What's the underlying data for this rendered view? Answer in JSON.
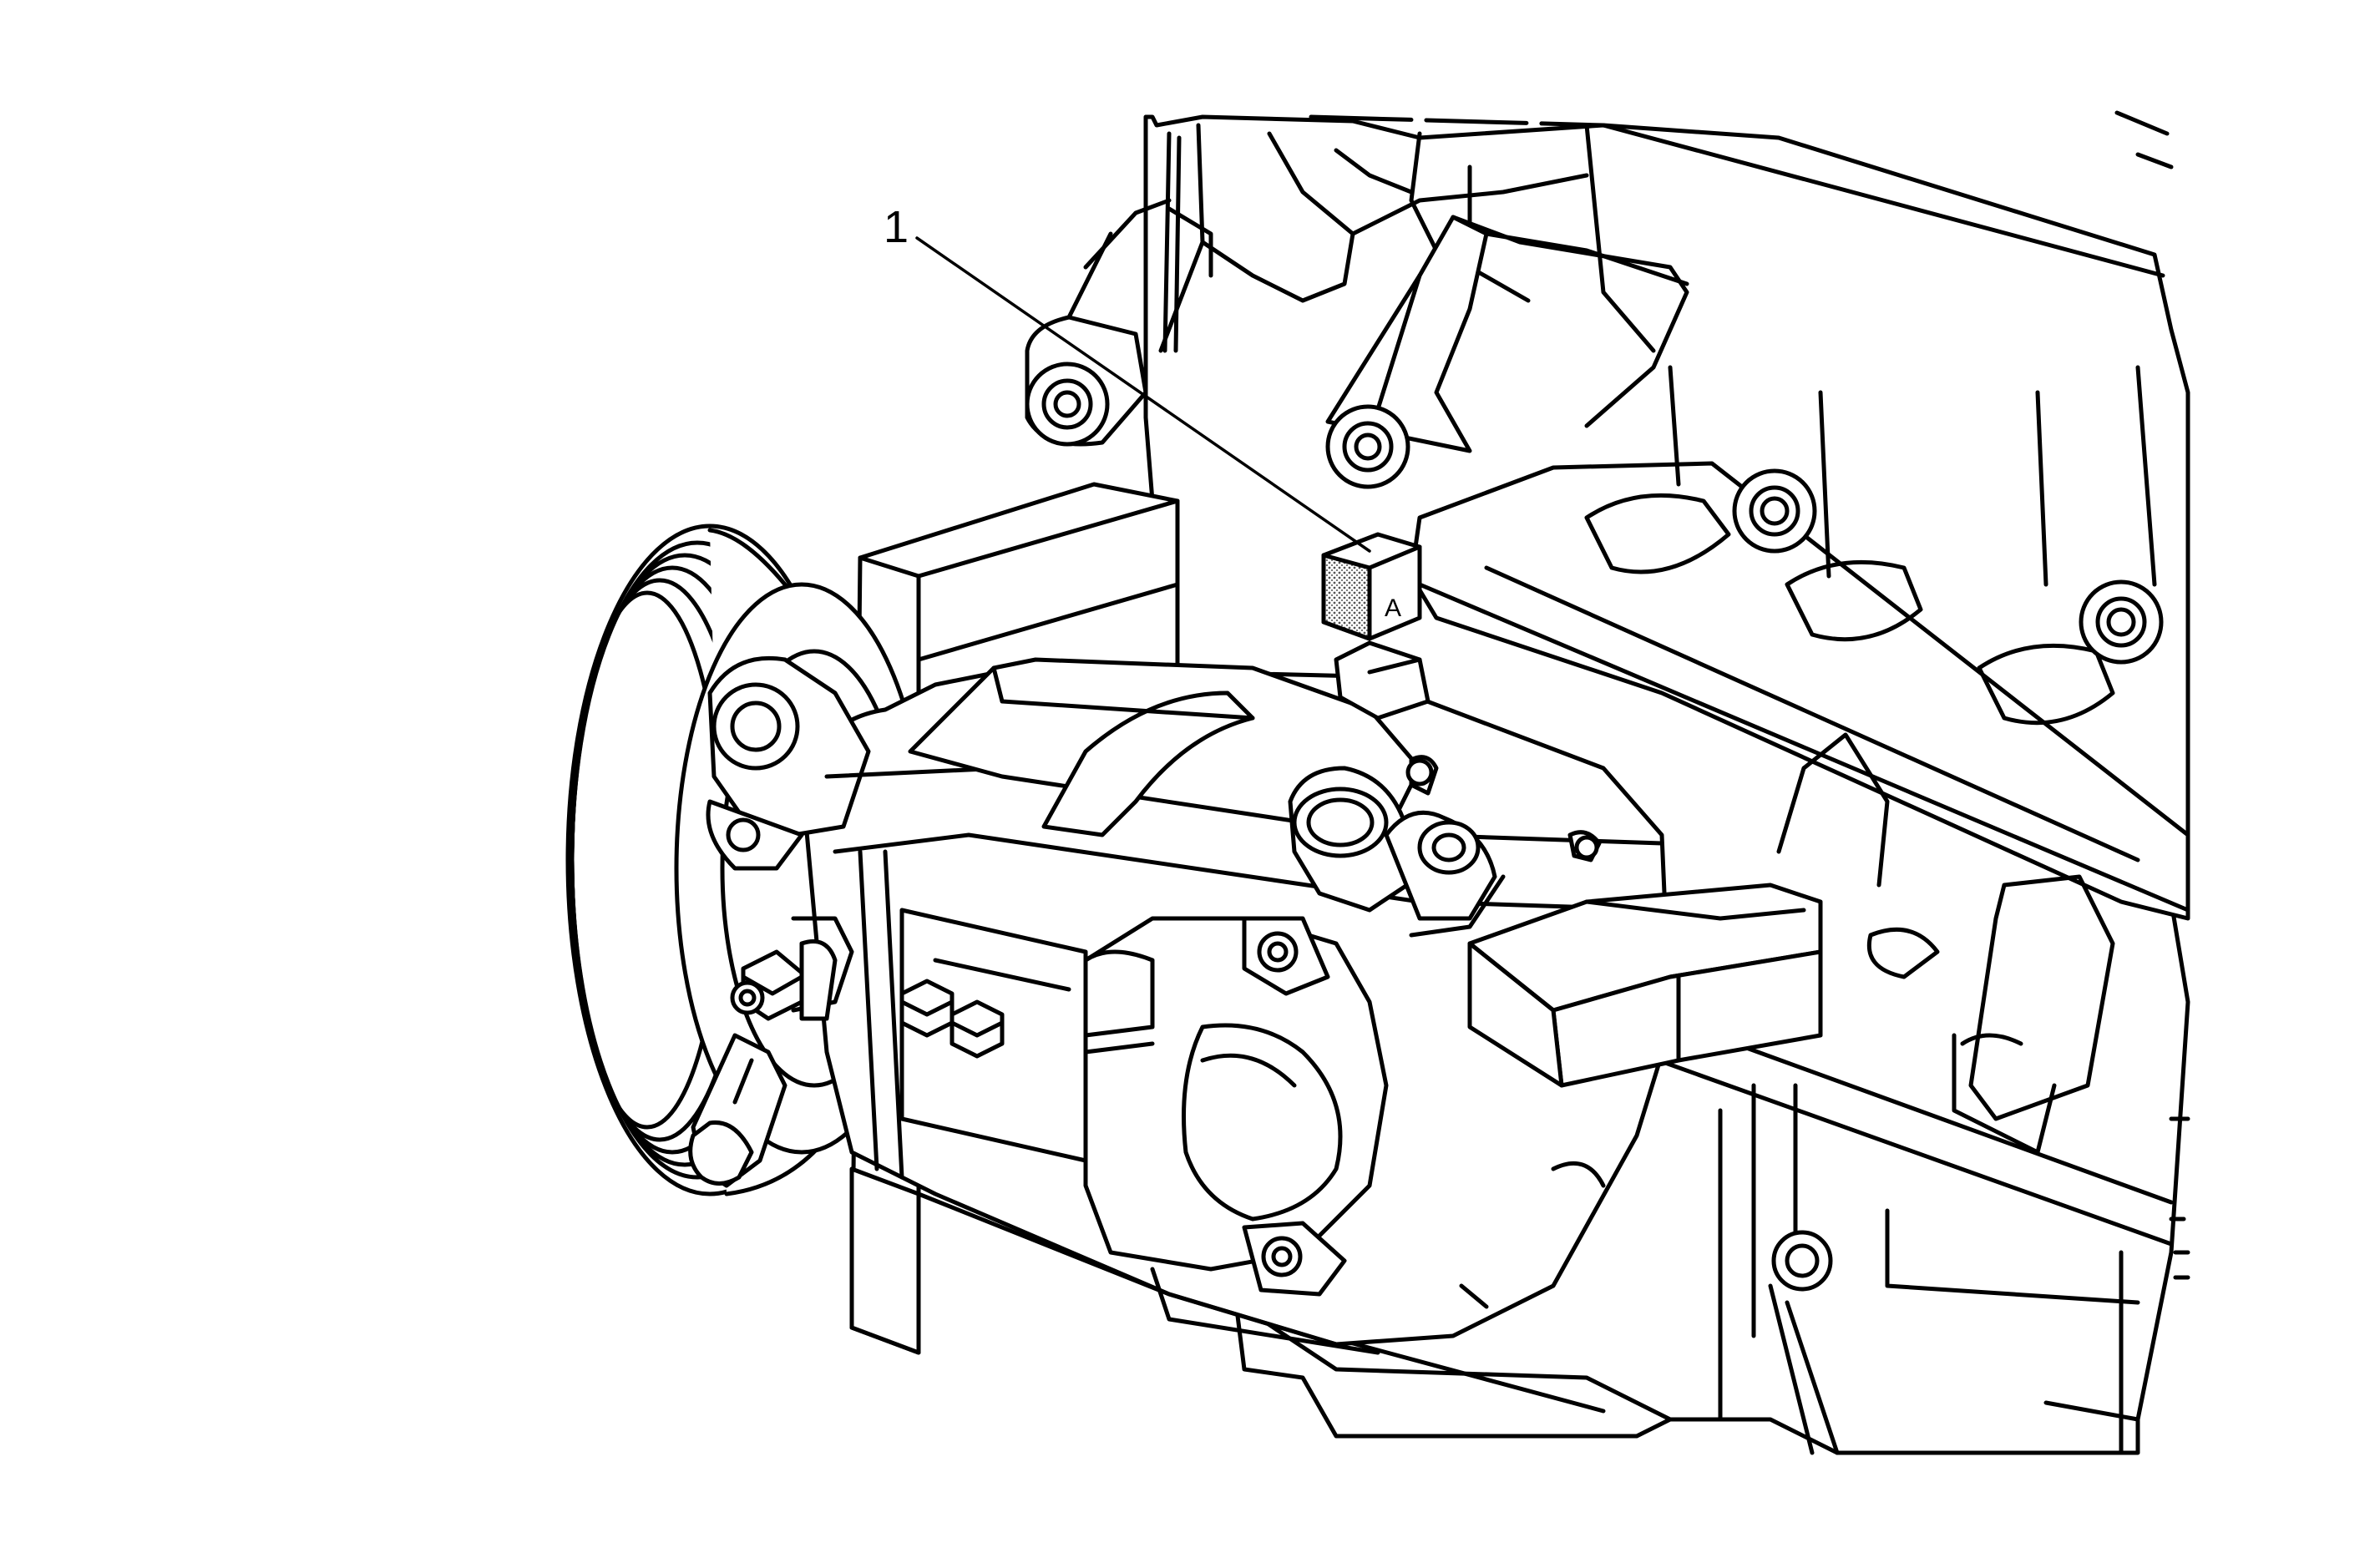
{
  "figure": {
    "callouts": [
      {
        "id": "callout-1",
        "label": "1"
      }
    ],
    "marker_letter": "A",
    "colors": {
      "line": "#000000",
      "background": "#ffffff",
      "marker_fill": "#bdbdbd"
    }
  }
}
